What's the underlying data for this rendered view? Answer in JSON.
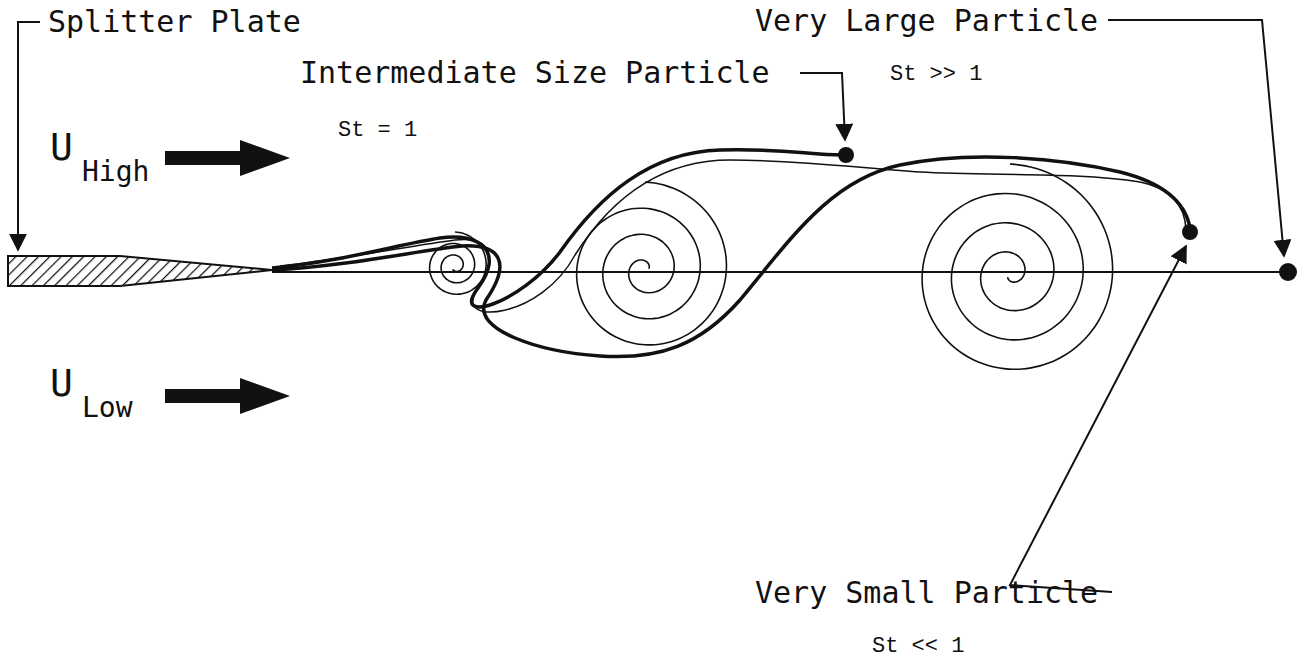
{
  "diagram": {
    "labels": [
      "Splitter Plate",
      "Very Large Particle",
      "Intermediate Size Particle",
      "St >> 1",
      "St = 1",
      "U",
      "High",
      "U",
      "Low",
      "Very Small Particle",
      "St << 1"
    ]
  }
}
